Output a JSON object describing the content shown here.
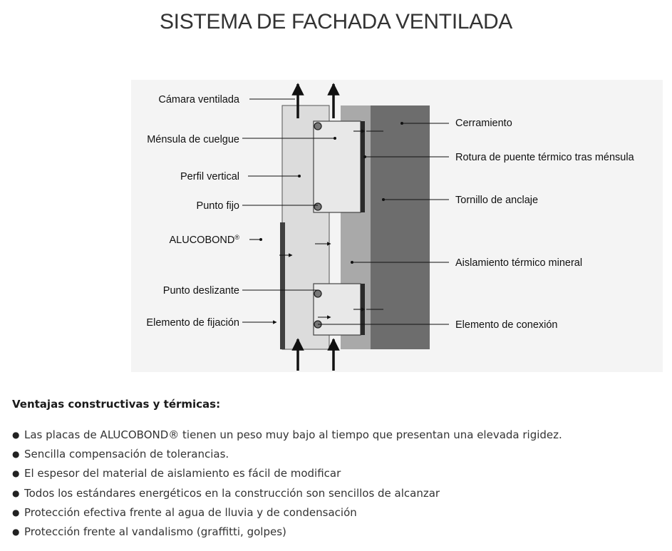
{
  "page": {
    "title": "SISTEMA DE FACHADA VENTILADA"
  },
  "diagram": {
    "labels_left": [
      "Cámara ventilada",
      "Ménsula de cuelgue",
      "Perfil vertical",
      "Punto fijo",
      "ALUCOBOND",
      "Punto deslizante",
      "Elemento de fijación"
    ],
    "labels_right": [
      "Cerramiento",
      "Rotura de puente térmico tras ménsula",
      "Tornillo de anclaje",
      "Aislamiento térmico mineral",
      "Elemento de conexión"
    ],
    "registered_mark": "®",
    "colors": {
      "background": "#f4f4f4",
      "wall": "#6d6d6d",
      "insulation": "#a9a9a9",
      "profile": "#dcdcdc",
      "panel": "#404040"
    }
  },
  "advantages": {
    "heading": "Ventajas constructivas y térmicas:",
    "bullet": "●",
    "items": [
      "Las placas de ALUCOBOND® tienen un peso muy bajo al tiempo que presentan una elevada rigidez.",
      "Sencilla compensación de tolerancias.",
      "El espesor del material de aislamiento es fácil de modificar",
      "Todos los estándares energéticos en la construcción son sencillos de alcanzar",
      "Protección efectiva frente al agua de lluvia y de condensación",
      "Protección frente al vandalismo (graffitti, golpes)"
    ]
  }
}
